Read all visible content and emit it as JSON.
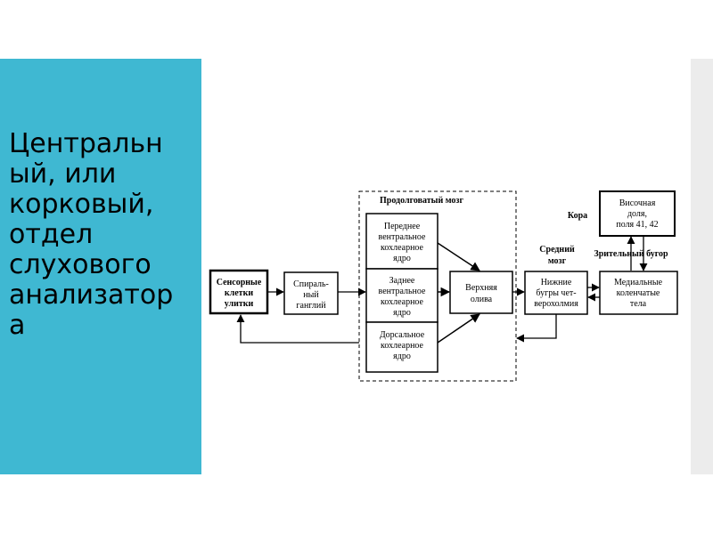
{
  "title": "Центральн\nый, или\nкорковый,\nотдел\nслухового\nанализатор\nа",
  "diagram": {
    "medulla_label": "Продолговатый мозг",
    "sensory": [
      "Сенсорные",
      "клетки",
      "улитки"
    ],
    "spiral": [
      "Спираль-",
      "ный",
      "ганглий"
    ],
    "anterior": [
      "Переднее",
      "вентральное",
      "кохлеарное",
      "ядро"
    ],
    "posterior": [
      "Заднее",
      "вентральное",
      "кохлеарное",
      "ядро"
    ],
    "dorsal": [
      "Дорсальное",
      "кохлеарное",
      "ядро"
    ],
    "olive": [
      "Верхняя",
      "олива"
    ],
    "midbrain_label": [
      "Средний",
      "мозг"
    ],
    "colliculi": [
      "Нижние",
      "бугры чет-",
      "верохолмия"
    ],
    "thalamus_label": "Зрительный бугор",
    "geniculate": [
      "Медиальные",
      "коленчатые",
      "тела"
    ],
    "cortex_label": "Кора",
    "temporal": [
      "Височная",
      "доля,",
      "поля 41, 42"
    ]
  }
}
